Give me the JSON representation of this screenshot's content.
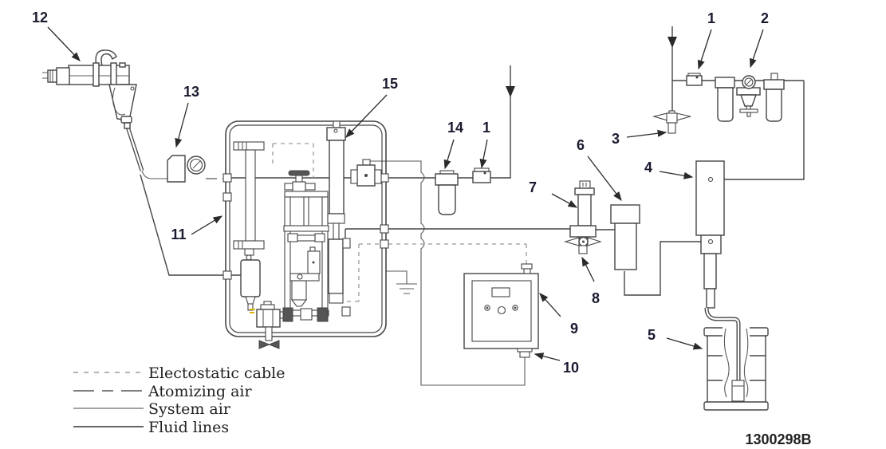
{
  "diagram": {
    "part_number": "1300298B",
    "legend": {
      "entries": [
        {
          "label": "Electostatic cable",
          "line_style": "dashed"
        },
        {
          "label": "Atomizing air",
          "line_style": "long-dash"
        },
        {
          "label": "System air",
          "line_style": "solid-thin"
        },
        {
          "label": "Fluid lines",
          "line_style": "solid"
        }
      ]
    },
    "callouts": [
      {
        "num": "12",
        "component": "electrostatic-spray-gun"
      },
      {
        "num": "13",
        "component": "gun-air-regulator-with-gauge"
      },
      {
        "num": "15",
        "component": "dosing-cylinder"
      },
      {
        "num": "14",
        "component": "air-filter"
      },
      {
        "num": "1",
        "component": "air-shutoff-valve-cabinet"
      },
      {
        "num": "1",
        "component": "air-shutoff-valve-main"
      },
      {
        "num": "2",
        "component": "air-filter-regulator-lubricator"
      },
      {
        "num": "3",
        "component": "air-bleed-valve"
      },
      {
        "num": "4",
        "component": "fluid-pump"
      },
      {
        "num": "5",
        "component": "fluid-supply-drum"
      },
      {
        "num": "6",
        "component": "fluid-filter"
      },
      {
        "num": "7",
        "component": "surge-suppressor"
      },
      {
        "num": "8",
        "component": "fluid-drain-valve"
      },
      {
        "num": "9",
        "component": "electrostatic-power-supply"
      },
      {
        "num": "10",
        "component": "power-supply-fitting"
      },
      {
        "num": "11",
        "component": "pump-cabinet-enclosure"
      }
    ],
    "colors": {
      "line": "#454545",
      "electrostatic_dash": "#9a9a9a",
      "label": "#1b1b30",
      "accent_yellow": "#d8b400"
    }
  }
}
